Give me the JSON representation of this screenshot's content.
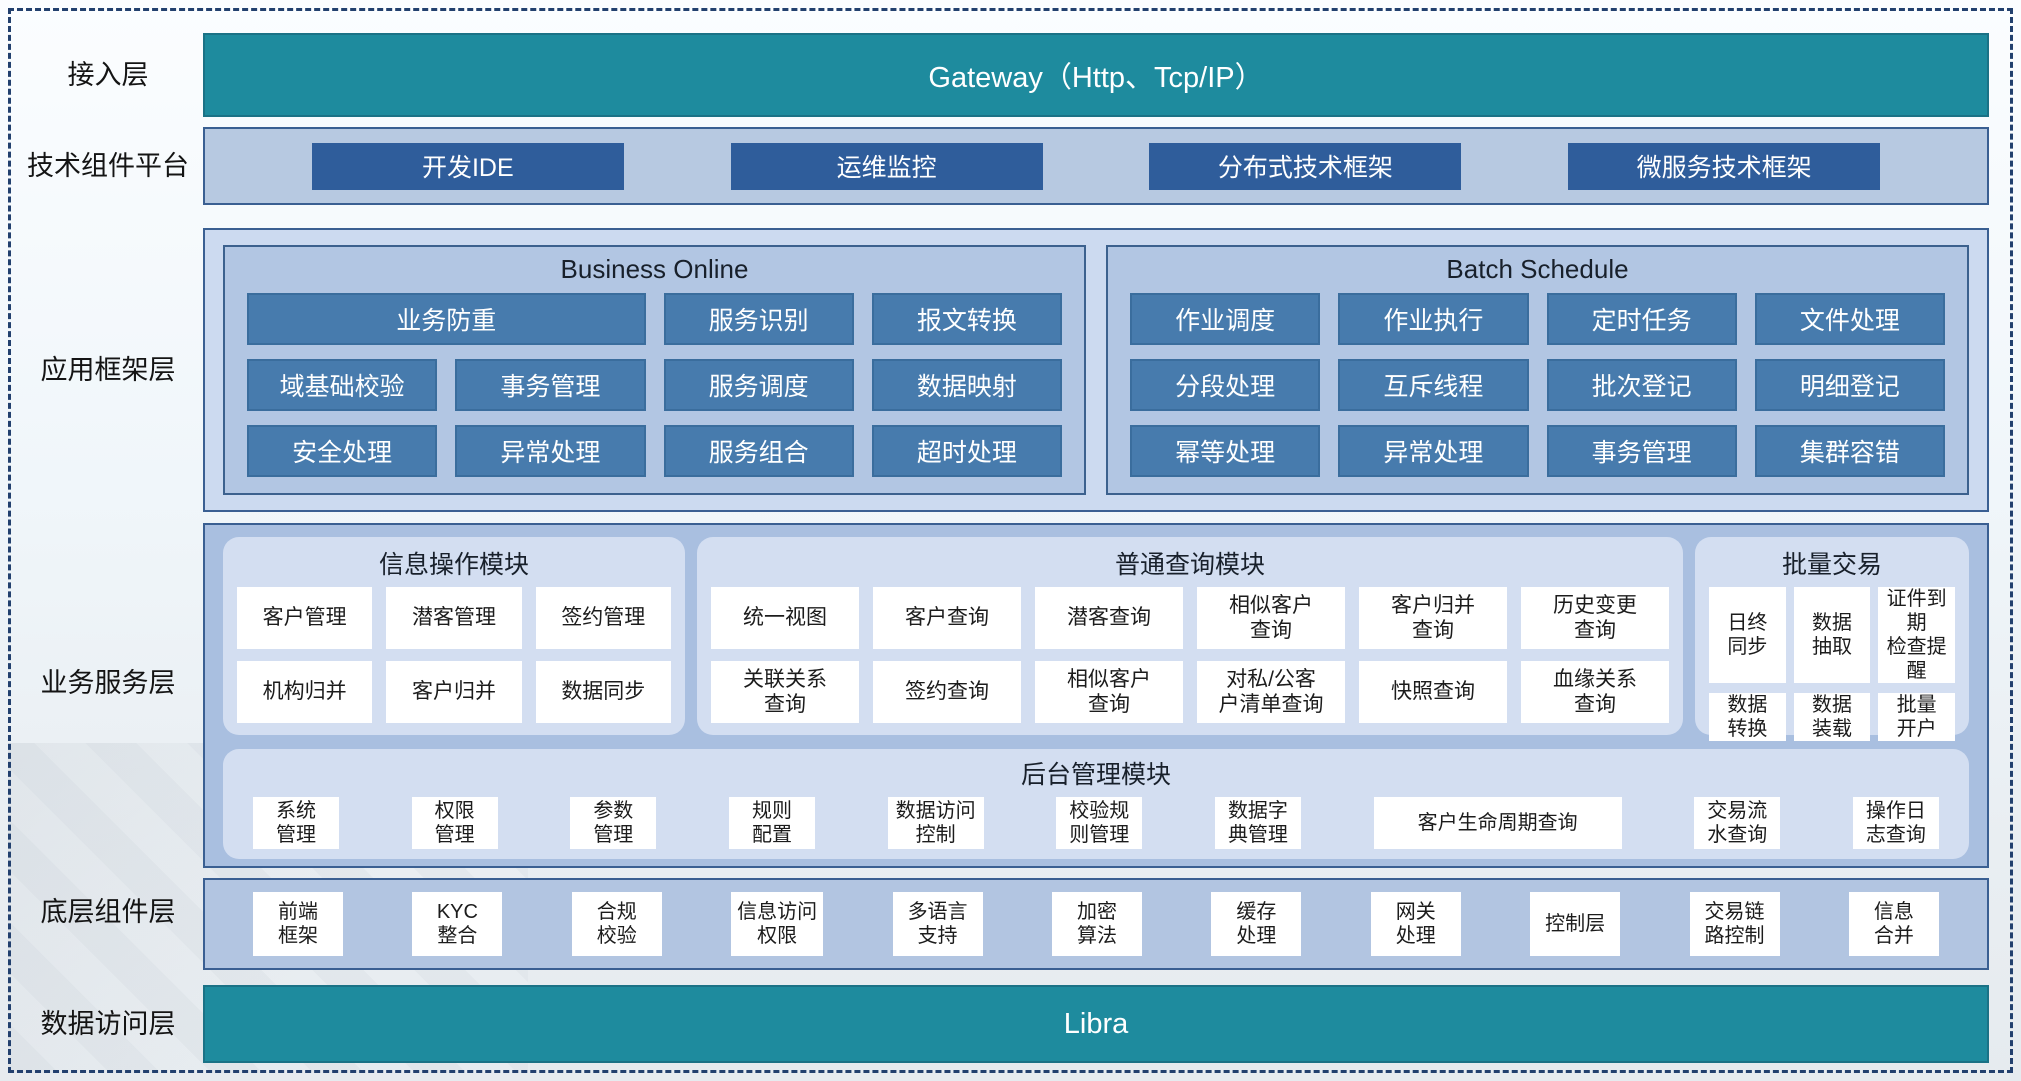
{
  "colors": {
    "teal": "#1e8b9e",
    "dark_blue_button": "#2f5d9b",
    "steel_blue_button": "#477bad",
    "panel_medium_blue": "#b2c6e3",
    "panel_light_blue": "#d3def1",
    "box_light_blue": "#ccdaf0",
    "box_medium_blue": "#a9bfe0",
    "border_navy": "#3a5f92",
    "frame_dashed_navy": "#22406e"
  },
  "layers": {
    "access": "接入层",
    "tech": "技术组件平台",
    "app": "应用框架层",
    "service": "业务服务层",
    "component": "底层组件层",
    "data": "数据访问层"
  },
  "access_layer": {
    "gateway_label": "Gateway（Http、Tcp/IP）"
  },
  "data_layer": {
    "libra_label": "Libra"
  },
  "tech_platform": {
    "items": [
      "开发IDE",
      "运维监控",
      "分布式技术框架",
      "微服务技术框架"
    ]
  },
  "app_framework": {
    "business_online": {
      "title": "Business Online",
      "items": [
        {
          "label": "业务防重",
          "span": 2
        },
        "服务识别",
        "报文转换",
        "域基础校验",
        "事务管理",
        "服务调度",
        "数据映射",
        "安全处理",
        "异常处理",
        "服务组合",
        "超时处理"
      ]
    },
    "batch_schedule": {
      "title": "Batch Schedule",
      "items": [
        "作业调度",
        "作业执行",
        "定时任务",
        "文件处理",
        "分段处理",
        "互斥线程",
        "批次登记",
        "明细登记",
        "幂等处理",
        "异常处理",
        "事务管理",
        "集群容错"
      ]
    }
  },
  "service_layer": {
    "info_module": {
      "title": "信息操作模块",
      "items": [
        "客户管理",
        "潜客管理",
        "签约管理",
        "机构归并",
        "客户归并",
        "数据同步"
      ]
    },
    "query_module": {
      "title": "普通查询模块",
      "items": [
        "统一视图",
        "客户查询",
        "潜客查询",
        "相似客户\n查询",
        "客户归并\n查询",
        "历史变更\n查询",
        "关联关系\n查询",
        "签约查询",
        "相似客户\n查询",
        "对私/公客\n户清单查询",
        "快照查询",
        "血缘关系\n查询"
      ]
    },
    "batch_module": {
      "title": "批量交易",
      "items": [
        "日终\n同步",
        "数据\n抽取",
        "证件到期\n检查提醒",
        "数据\n转换",
        "数据\n装载",
        "批量\n开户"
      ]
    },
    "admin_module": {
      "title": "后台管理模块",
      "items": [
        "系统\n管理",
        "权限\n管理",
        "参数\n管理",
        "规则\n配置",
        "数据访问\n控制",
        "校验规\n则管理",
        "数据字\n典管理",
        {
          "label": "客户生命周期查询",
          "wide": true
        },
        "交易流\n水查询",
        "操作日\n志查询"
      ]
    }
  },
  "component_layer": {
    "items": [
      "前端\n框架",
      "KYC\n整合",
      "合规\n校验",
      "信息访问\n权限",
      "多语言\n支持",
      "加密\n算法",
      "缓存\n处理",
      "网关\n处理",
      "控制层",
      "交易链\n路控制",
      "信息\n合并"
    ]
  }
}
